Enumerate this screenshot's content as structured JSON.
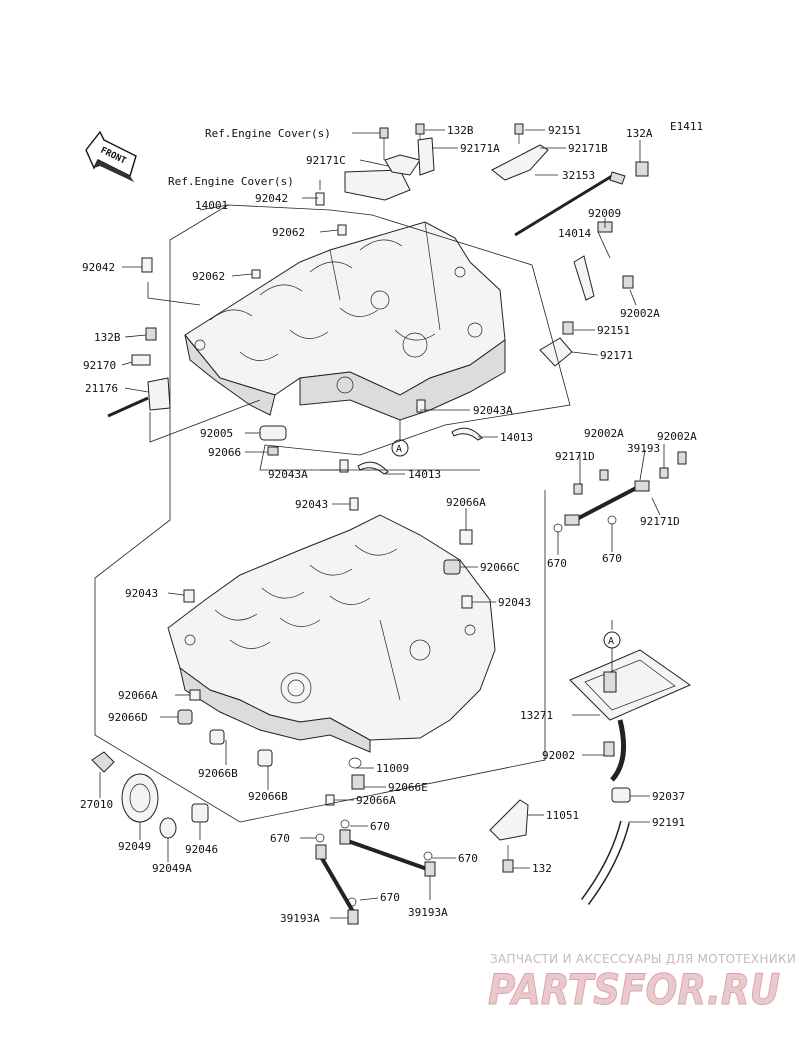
{
  "diagram": {
    "code": "E1411",
    "front_label": "FRONT",
    "refs": {
      "engine_cover_1": "Ref.Engine Cover(s)",
      "engine_cover_2": "Ref.Engine Cover(s)"
    },
    "labels": {
      "p132B_top": "132B",
      "p92151_top": "92151",
      "p132A": "132A",
      "p92171C": "92171C",
      "p92171A": "92171A",
      "p92171B": "92171B",
      "p32153": "32153",
      "p92042_top": "92042",
      "p14001": "14001",
      "p92009": "92009",
      "p92062_a": "92062",
      "p14014": "14014",
      "p92042_left": "92042",
      "p92062_b": "92062",
      "p92002A_r": "92002A",
      "p132B_left": "132B",
      "p92151_mid": "92151",
      "p92170": "92170",
      "p92171": "92171",
      "p21176": "21176",
      "p92043A_r": "92043A",
      "p92005": "92005",
      "p14013_a": "14013",
      "p92066": "92066",
      "circ_A_mid": "A",
      "p92043A_l": "92043A",
      "p14013_b": "14013",
      "p92002A_1": "92002A",
      "p92002A_2": "92002A",
      "p92171D_1": "92171D",
      "p39193": "39193",
      "p92171D_2": "92171D",
      "p670_a": "670",
      "p670_b": "670",
      "p92043_top": "92043",
      "p92066A_top": "92066A",
      "p92066C": "92066C",
      "p92043_l": "92043",
      "p92043_r": "92043",
      "circ_A_low": "A",
      "p13271": "13271",
      "p92066A_l": "92066A",
      "p92066D": "92066D",
      "p92002": "92002",
      "p92066B_a": "92066B",
      "p11009": "11009",
      "p27010": "27010",
      "p92066E": "92066E",
      "p92066B_b": "92066B",
      "p92066A_b": "92066A",
      "p92037": "92037",
      "p11051": "11051",
      "p92049": "92049",
      "p92046": "92046",
      "p92191": "92191",
      "p670_c": "670",
      "p670_d": "670",
      "p92049A": "92049A",
      "p670_e": "670",
      "p132": "132",
      "p670_f": "670",
      "p39193A_l": "39193A",
      "p39193A_r": "39193A"
    },
    "watermark": {
      "tagline": "ЗАПЧАСТИ И АКСЕССУАРЫ ДЛЯ МОТОТЕХНИКИ",
      "brand": "PARTSFOR.RU"
    }
  }
}
